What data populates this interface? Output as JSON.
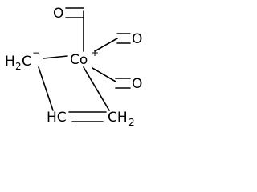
{
  "molecule": {
    "atoms": {
      "cobalt": {
        "symbol": "Co",
        "charge": "+"
      },
      "carbonyl_oxygen_top": {
        "symbol": "O"
      },
      "carbonyl_oxygen_right": {
        "symbol": "O"
      },
      "carbonyl_oxygen_lower": {
        "symbol": "O"
      },
      "methylene_carbon": {
        "symbol": "H",
        "subscript": "2",
        "suffix": "C",
        "charge": "−"
      },
      "alkene_ch": {
        "symbol": "HC"
      },
      "alkene_ch2": {
        "symbol": "CH",
        "subscript": "2"
      }
    }
  }
}
